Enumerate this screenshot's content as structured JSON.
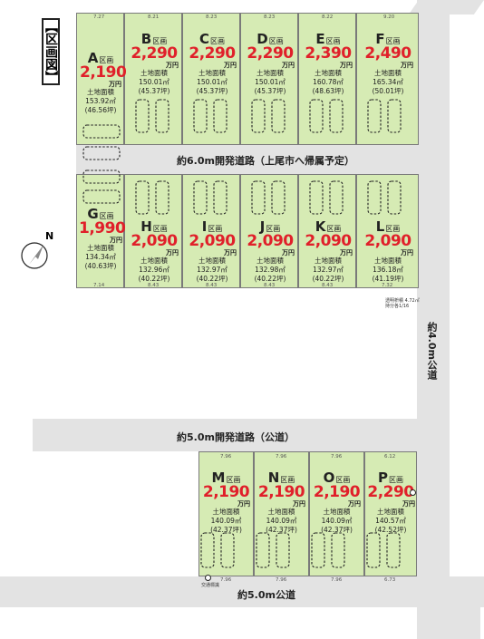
{
  "map_title": "【区画図】",
  "road_upper": "約6.0m開発道路（上尾市へ帰属予定）",
  "road_middle": "約5.0m開発道路（公道）",
  "road_bottom": "約5.0m公道",
  "road_right": "約4.0m公道",
  "compass_label": "N",
  "area_label": "土地面積",
  "man_unit": "万円",
  "ku_suffix": "区画",
  "lots": {
    "A": {
      "name": "A",
      "price": "2,190",
      "area": "153.92㎡",
      "tsubo": "(46.56坪)"
    },
    "B": {
      "name": "B",
      "price": "2,290",
      "area": "150.01㎡",
      "tsubo": "(45.37坪)"
    },
    "C": {
      "name": "C",
      "price": "2,290",
      "area": "150.01㎡",
      "tsubo": "(45.37坪)"
    },
    "D": {
      "name": "D",
      "price": "2,290",
      "area": "150.01㎡",
      "tsubo": "(45.37坪)"
    },
    "E": {
      "name": "E",
      "price": "2,390",
      "area": "160.78㎡",
      "tsubo": "(48.63坪)"
    },
    "F": {
      "name": "F",
      "price": "2,490",
      "area": "165.34㎡",
      "tsubo": "(50.01坪)"
    },
    "G": {
      "name": "G",
      "price": "1,990",
      "area": "134.34㎡",
      "tsubo": "(40.63坪)"
    },
    "H": {
      "name": "H",
      "price": "2,090",
      "area": "132.96㎡",
      "tsubo": "(40.22坪)"
    },
    "I": {
      "name": "I",
      "price": "2,090",
      "area": "132.97㎡",
      "tsubo": "(40.22坪)"
    },
    "J": {
      "name": "J",
      "price": "2,090",
      "area": "132.98㎡",
      "tsubo": "(40.22坪)"
    },
    "K": {
      "name": "K",
      "price": "2,090",
      "area": "132.97㎡",
      "tsubo": "(40.22坪)"
    },
    "L": {
      "name": "L",
      "price": "2,090",
      "area": "136.18㎡",
      "tsubo": "(41.19坪)"
    },
    "M": {
      "name": "M",
      "price": "2,190",
      "area": "140.09㎡",
      "tsubo": "(42.37坪)"
    },
    "N": {
      "name": "N",
      "price": "2,190",
      "area": "140.09㎡",
      "tsubo": "(42.37坪)"
    },
    "O": {
      "name": "O",
      "price": "2,190",
      "area": "140.09㎡",
      "tsubo": "(42.37坪)"
    },
    "P": {
      "name": "P",
      "price": "2,290",
      "area": "140.57㎡",
      "tsubo": "(42.52坪)"
    }
  },
  "dims": {
    "top_a": "7.27",
    "top_b": "8.21",
    "top_c": "8.23",
    "top_d": "8.23",
    "top_e": "8.22",
    "top_f": "9.20",
    "bot_g": "7.14",
    "bot_h": "8.43",
    "bot_i": "8.43",
    "bot_j": "8.43",
    "bot_k": "8.43",
    "bot_l": "7.32",
    "top_m": "7.96",
    "top_n": "7.96",
    "top_o": "7.96",
    "top_p": "6.12",
    "bot_m": "7.96",
    "bot_n": "7.96",
    "bot_o": "7.96",
    "bot_p": "6.73"
  },
  "notes": {
    "right_note": "透明枡積 4.72㎡ 持分各1/16",
    "bottom_note": "交通標識"
  },
  "colors": {
    "lot_fill": "#d6ebb4",
    "price_red": "#e0202a",
    "road_gray": "#e3e3e3"
  }
}
